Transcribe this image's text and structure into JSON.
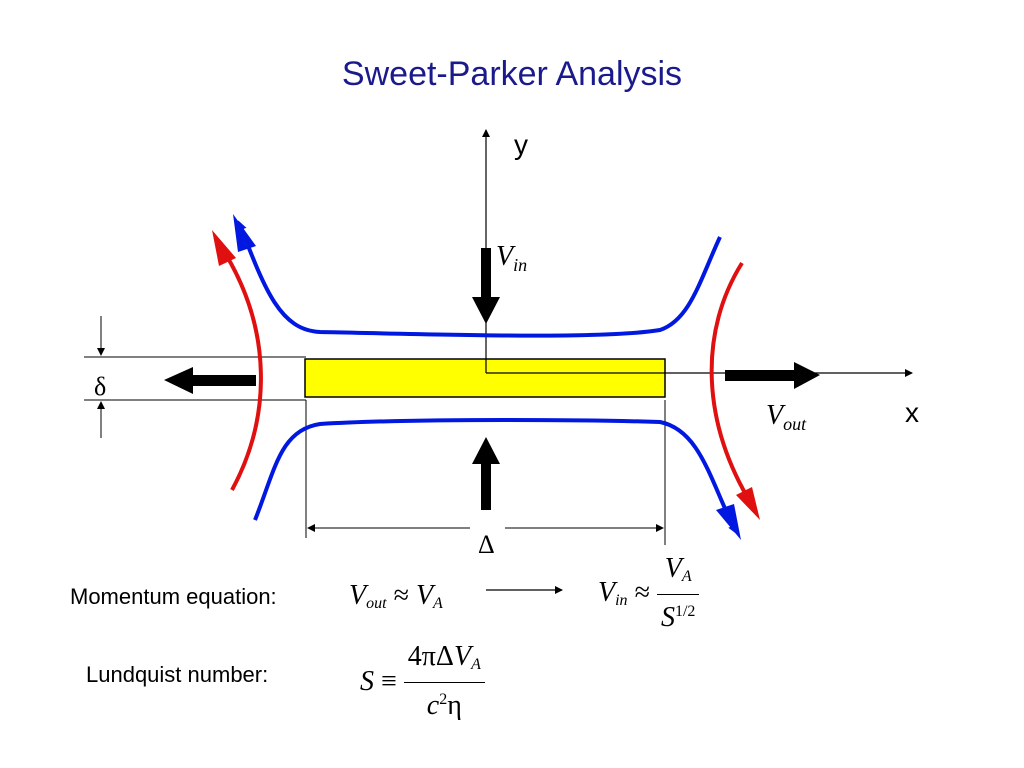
{
  "title": "Sweet-Parker Analysis",
  "diagram": {
    "axis_y_label": "y",
    "axis_x_label": "x",
    "delta_small": "δ",
    "delta_large": "Δ",
    "v_in": {
      "symbol": "V",
      "sub": "in"
    },
    "v_out": {
      "symbol": "V",
      "sub": "out"
    },
    "colors": {
      "field_line": "#0018e0",
      "flow_line": "#e01010",
      "current_sheet": "#ffff00"
    }
  },
  "momentum": {
    "label": "Momentum equation:",
    "lhs": {
      "v": "V",
      "out_sub": "out",
      "approx": "≈",
      "va": "V",
      "va_sub": "A"
    },
    "rhs": {
      "v": "V",
      "in_sub": "in",
      "approx": "≈",
      "num_v": "V",
      "num_sub": "A",
      "den_s": "S",
      "den_exp": "1/2"
    }
  },
  "lundquist": {
    "label": "Lundquist number:",
    "s": "S",
    "equiv": "≡",
    "num": "4πΔ",
    "num_v": "V",
    "num_sub": "A",
    "den_c": "c",
    "den_exp": "2",
    "den_eta": "η"
  }
}
